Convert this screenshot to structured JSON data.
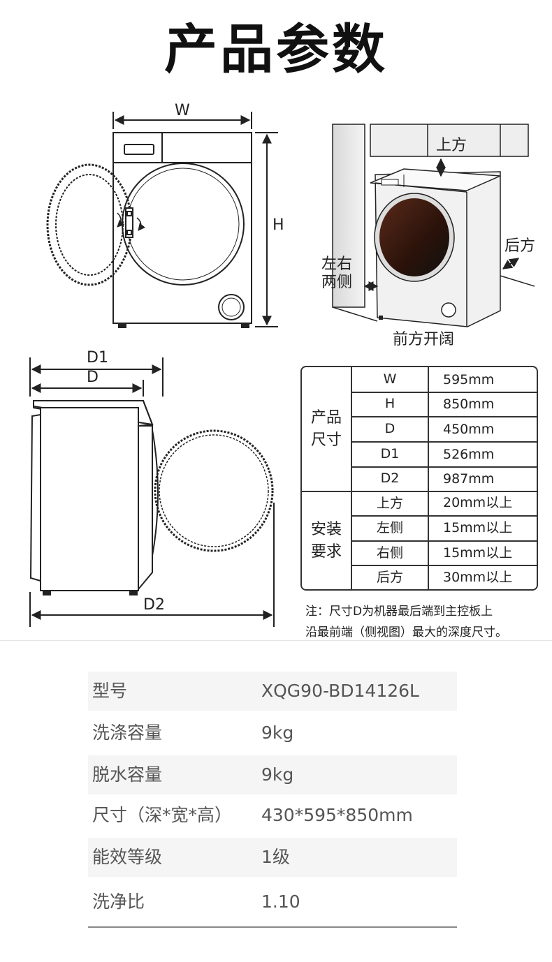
{
  "page": {
    "title": "产品参数"
  },
  "diagram": {
    "front_w": "W",
    "front_h": "H",
    "side_d1": "D1",
    "side_d": "D",
    "side_d2": "D2",
    "install_top": "上方",
    "install_back": "后方",
    "install_sides_line1": "左右",
    "install_sides_line2": "两侧",
    "install_front": "前方开阔"
  },
  "spec_table": {
    "group1_line1": "产品",
    "group1_line2": "尺寸",
    "group2_line1": "安装",
    "group2_line2": "要求",
    "rows": [
      {
        "key": "W",
        "value": "595mm"
      },
      {
        "key": "H",
        "value": "850mm"
      },
      {
        "key": "D",
        "value": "450mm"
      },
      {
        "key": "D1",
        "value": "526mm"
      },
      {
        "key": "D2",
        "value": "987mm"
      },
      {
        "key": "上方",
        "value": "20mm以上"
      },
      {
        "key": "左侧",
        "value": "15mm以上"
      },
      {
        "key": "右侧",
        "value": "15mm以上"
      },
      {
        "key": "后方",
        "value": "30mm以上"
      }
    ],
    "note_line1": "注：尺寸D为机器最后端到主控板上",
    "note_line2": "沿最前端（侧视图）最大的深度尺寸。"
  },
  "params": [
    {
      "label": "型号",
      "value": "XQG90-BD14126L"
    },
    {
      "label": "洗涤容量",
      "value": "9kg"
    },
    {
      "label": "脱水容量",
      "value": "9kg"
    },
    {
      "label": "尺寸（深*宽*高）",
      "value": "430*595*850mm"
    },
    {
      "label": "能效等级",
      "value": "1级"
    },
    {
      "label": "洗净比",
      "value": "1.10"
    }
  ]
}
